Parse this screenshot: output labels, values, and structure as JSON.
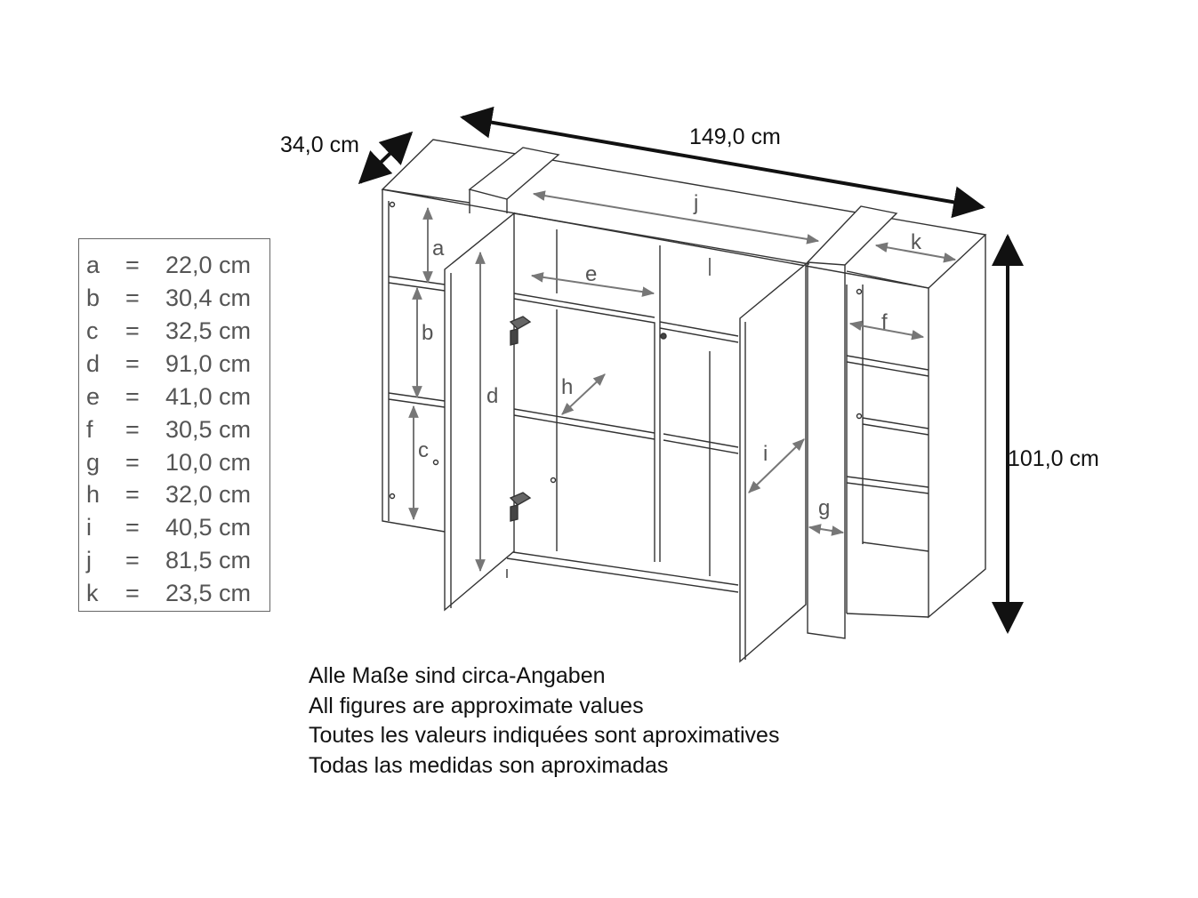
{
  "overall_dimensions": {
    "depth": "34,0 cm",
    "width": "149,0 cm",
    "height": "101,0 cm"
  },
  "part_labels": [
    "a",
    "b",
    "c",
    "d",
    "e",
    "f",
    "g",
    "h",
    "i",
    "j",
    "k"
  ],
  "legend": [
    {
      "key": "a",
      "eq": "=",
      "value": "22,0 cm"
    },
    {
      "key": "b",
      "eq": "=",
      "value": "30,4 cm"
    },
    {
      "key": "c",
      "eq": "=",
      "value": "32,5 cm"
    },
    {
      "key": "d",
      "eq": "=",
      "value": "91,0 cm"
    },
    {
      "key": "e",
      "eq": "=",
      "value": "41,0 cm"
    },
    {
      "key": "f",
      "eq": "=",
      "value": "30,5 cm"
    },
    {
      "key": "g",
      "eq": "=",
      "value": "10,0 cm"
    },
    {
      "key": "h",
      "eq": "=",
      "value": "32,0 cm"
    },
    {
      "key": "i",
      "eq": "=",
      "value": "40,5 cm"
    },
    {
      "key": "j",
      "eq": "=",
      "value": "81,5 cm"
    },
    {
      "key": "k",
      "eq": "=",
      "value": "23,5 cm"
    }
  ],
  "notes": [
    "Alle Maße sind circa-Angaben",
    "All figures are approximate values",
    "Toutes les valeurs indiquées sont aproximatives",
    "Todas las medidas son aproximadas"
  ],
  "colors": {
    "line": "#333333",
    "arrow_inner": "#777777",
    "text": "#111111",
    "legend_text": "#555555"
  }
}
